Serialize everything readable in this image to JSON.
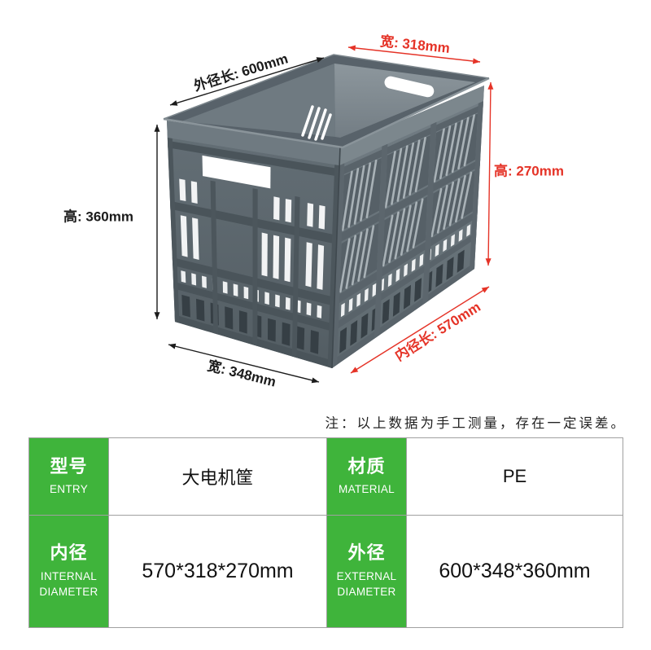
{
  "dimensions": {
    "outer_length": "外径长: 600mm",
    "top_width": "宽: 318mm",
    "inner_height": "高: 270mm",
    "outer_height": "高: 360mm",
    "outer_width": "宽: 348mm",
    "inner_length": "内径长: 570mm"
  },
  "note": "注：以上数据为手工测量，存在一定误差。",
  "spec_table": {
    "rows": [
      [
        {
          "label_cn": "型号",
          "label_en": "ENTRY",
          "value": "大电机筐"
        },
        {
          "label_cn": "材质",
          "label_en": "MATERIAL",
          "value": "PE"
        }
      ],
      [
        {
          "label_cn": "内径",
          "label_en": "INTERNAL DIAMETER",
          "value": "570*318*270mm"
        },
        {
          "label_cn": "外径",
          "label_en": "EXTERNAL DIAMETER",
          "value": "600*348*360mm"
        }
      ]
    ]
  },
  "colors": {
    "accent_green": "#3fb43b",
    "dimension_red": "#e53327"
  }
}
